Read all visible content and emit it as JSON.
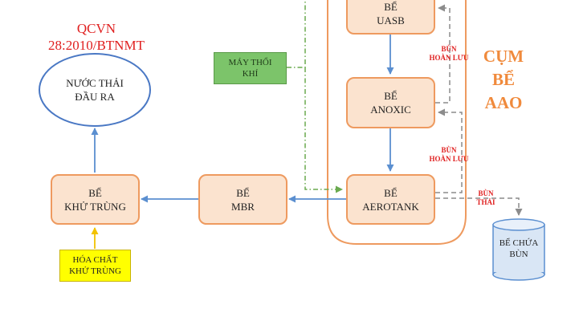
{
  "standard": {
    "text": "QCVN\n28:2010/BTNMT",
    "color": "#e02020"
  },
  "nodes": {
    "outlet": "NƯỚC THẢI\nĐẦU RA",
    "disinfect": "BỂ\nKHỬ TRÙNG",
    "mbr": "BỂ\nMBR",
    "uasb": "BỂ\nUASB",
    "anoxic": "BỂ\nANOXIC",
    "aerotank": "BỂ\nAEROTANK",
    "blower": "MÁY THỔI\nKHÍ",
    "chemical": "HÓA CHẤT\nKHỬ TRÙNG",
    "sludge_tank": "BỂ CHỨA\nBÙN"
  },
  "labels": {
    "aao_group": "CỤM\nBỂ\nAAO",
    "recycle_1": "BÙN\nHOÀN LƯU",
    "recycle_2": "BÙN\nHOÀN LƯU",
    "waste_sludge": "BÙN\nTHẢI"
  },
  "colors": {
    "process_fill": "#fbe3cf",
    "process_border": "#ee9a5f",
    "flow_arrow": "#5b8fd0",
    "blower_fill": "#7cc46a",
    "chemical_fill": "#ffff00",
    "chemical_arrow": "#f2c200",
    "recycle_line": "#8c8c8c",
    "group_border": "#ee9a5f",
    "accent_red": "#e02020",
    "aao_text": "#f08a3c",
    "tank_fill": "#d9e6f5"
  }
}
